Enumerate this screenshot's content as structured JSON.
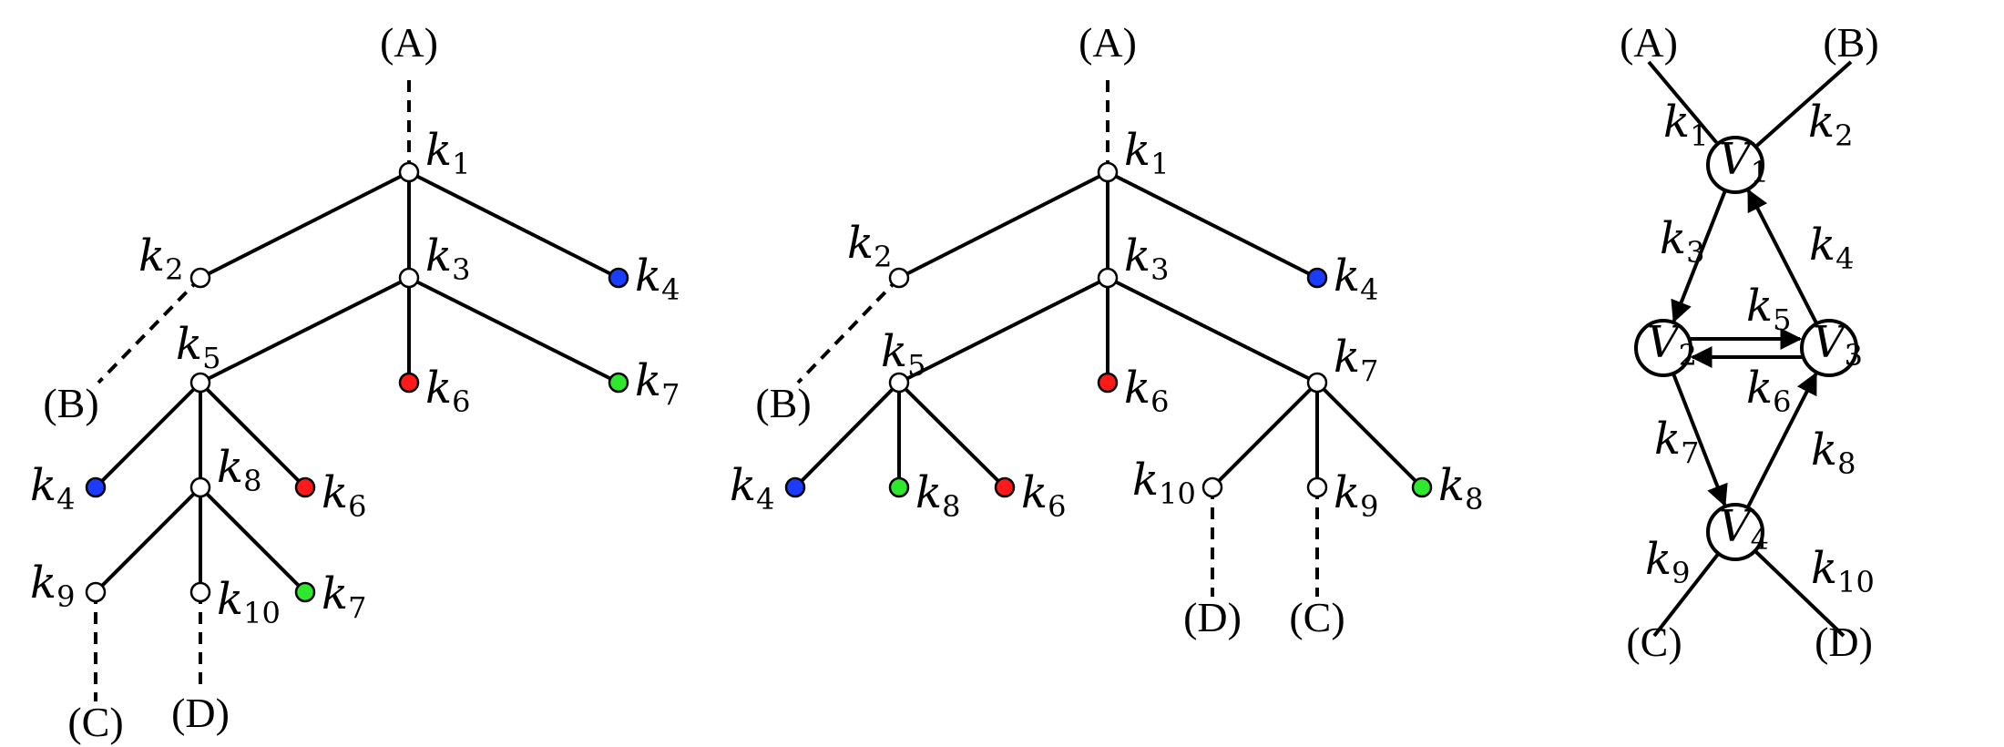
{
  "colors": {
    "white": "#ffffff",
    "blue": "#1a3cff",
    "red": "#ff1a1a",
    "green": "#2ee82e"
  },
  "panels": [
    {
      "id": "tree1",
      "terminals": [
        {
          "id": "t1A",
          "text": "(A)"
        },
        {
          "id": "t1B",
          "text": "(B)"
        },
        {
          "id": "t1C",
          "text": "(C)"
        },
        {
          "id": "t1D",
          "text": "(D)"
        }
      ],
      "nodes": [
        {
          "id": "a1",
          "k": "1",
          "color": "white"
        },
        {
          "id": "a2",
          "k": "2",
          "color": "white"
        },
        {
          "id": "a3",
          "k": "3",
          "color": "white"
        },
        {
          "id": "a4",
          "k": "4",
          "color": "blue"
        },
        {
          "id": "a5",
          "k": "5",
          "color": "white"
        },
        {
          "id": "a6",
          "k": "6",
          "color": "red"
        },
        {
          "id": "a7",
          "k": "7",
          "color": "green"
        },
        {
          "id": "a4b",
          "k": "4",
          "color": "blue"
        },
        {
          "id": "a8",
          "k": "8",
          "color": "white"
        },
        {
          "id": "a6b",
          "k": "6",
          "color": "red"
        },
        {
          "id": "a9",
          "k": "9",
          "color": "white"
        },
        {
          "id": "a10",
          "k": "10",
          "color": "white"
        },
        {
          "id": "a7b",
          "k": "7",
          "color": "green"
        }
      ]
    },
    {
      "id": "tree2",
      "terminals": [
        {
          "id": "t2A",
          "text": "(A)"
        },
        {
          "id": "t2B",
          "text": "(B)"
        },
        {
          "id": "t2D",
          "text": "(D)"
        },
        {
          "id": "t2C",
          "text": "(C)"
        }
      ],
      "nodes": [
        {
          "id": "b1",
          "k": "1",
          "color": "white"
        },
        {
          "id": "b2",
          "k": "2",
          "color": "white"
        },
        {
          "id": "b3",
          "k": "3",
          "color": "white"
        },
        {
          "id": "b4",
          "k": "4",
          "color": "blue"
        },
        {
          "id": "b5",
          "k": "5",
          "color": "white"
        },
        {
          "id": "b6",
          "k": "6",
          "color": "red"
        },
        {
          "id": "b7",
          "k": "7",
          "color": "white"
        },
        {
          "id": "b4b",
          "k": "4",
          "color": "blue"
        },
        {
          "id": "b8",
          "k": "8",
          "color": "green"
        },
        {
          "id": "b6b",
          "k": "6",
          "color": "red"
        },
        {
          "id": "b10",
          "k": "10",
          "color": "white"
        },
        {
          "id": "b9",
          "k": "9",
          "color": "white"
        },
        {
          "id": "b8b",
          "k": "8",
          "color": "green"
        }
      ]
    },
    {
      "id": "graph",
      "terminals": [
        {
          "id": "gA",
          "text": "(A)"
        },
        {
          "id": "gB",
          "text": "(B)"
        },
        {
          "id": "gC",
          "text": "(C)"
        },
        {
          "id": "gD",
          "text": "(D)"
        }
      ],
      "vertices": [
        {
          "id": "V1",
          "letter": "V",
          "sub": "1"
        },
        {
          "id": "V2",
          "letter": "V",
          "sub": "2"
        },
        {
          "id": "V3",
          "letter": "V",
          "sub": "3"
        },
        {
          "id": "V4",
          "letter": "V",
          "sub": "4"
        }
      ],
      "edges": [
        {
          "id": "e1",
          "k": "1"
        },
        {
          "id": "e2",
          "k": "2"
        },
        {
          "id": "e3",
          "k": "3"
        },
        {
          "id": "e4",
          "k": "4"
        },
        {
          "id": "e5",
          "k": "5"
        },
        {
          "id": "e6",
          "k": "6"
        },
        {
          "id": "e7",
          "k": "7"
        },
        {
          "id": "e8",
          "k": "8"
        },
        {
          "id": "e9",
          "k": "9"
        },
        {
          "id": "e10",
          "k": "10"
        }
      ]
    }
  ]
}
